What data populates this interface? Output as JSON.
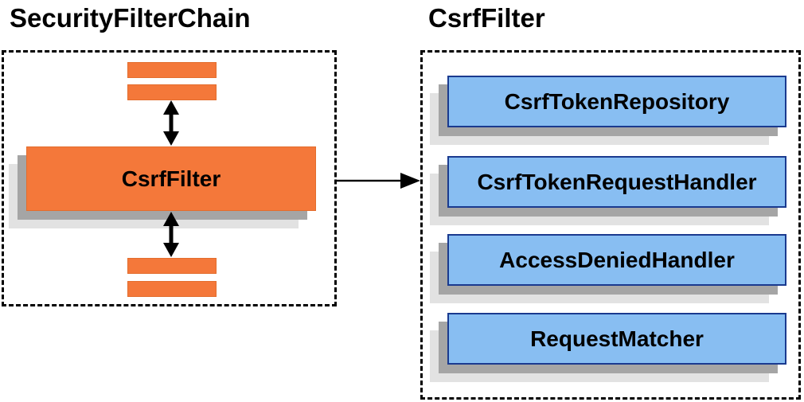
{
  "diagram": {
    "left": {
      "title": "SecurityFilterChain",
      "csrf_filter_label": "CsrfFilter"
    },
    "right": {
      "title": "CsrfFilter",
      "components": [
        "CsrfTokenRepository",
        "CsrfTokenRequestHandler",
        "AccessDeniedHandler",
        "RequestMatcher"
      ]
    }
  },
  "icons": {
    "vertical_double_arrow": "↕",
    "right_arrow": "→"
  },
  "colors": {
    "orange": "#f4783a",
    "orange_border": "#e36d2d",
    "blue": "#88bef2",
    "blue_border": "#1a3a8f",
    "shadow_dark": "#a5a5a5",
    "shadow_light": "#e2e2e2",
    "line": "#000000",
    "bg": "#ffffff"
  }
}
